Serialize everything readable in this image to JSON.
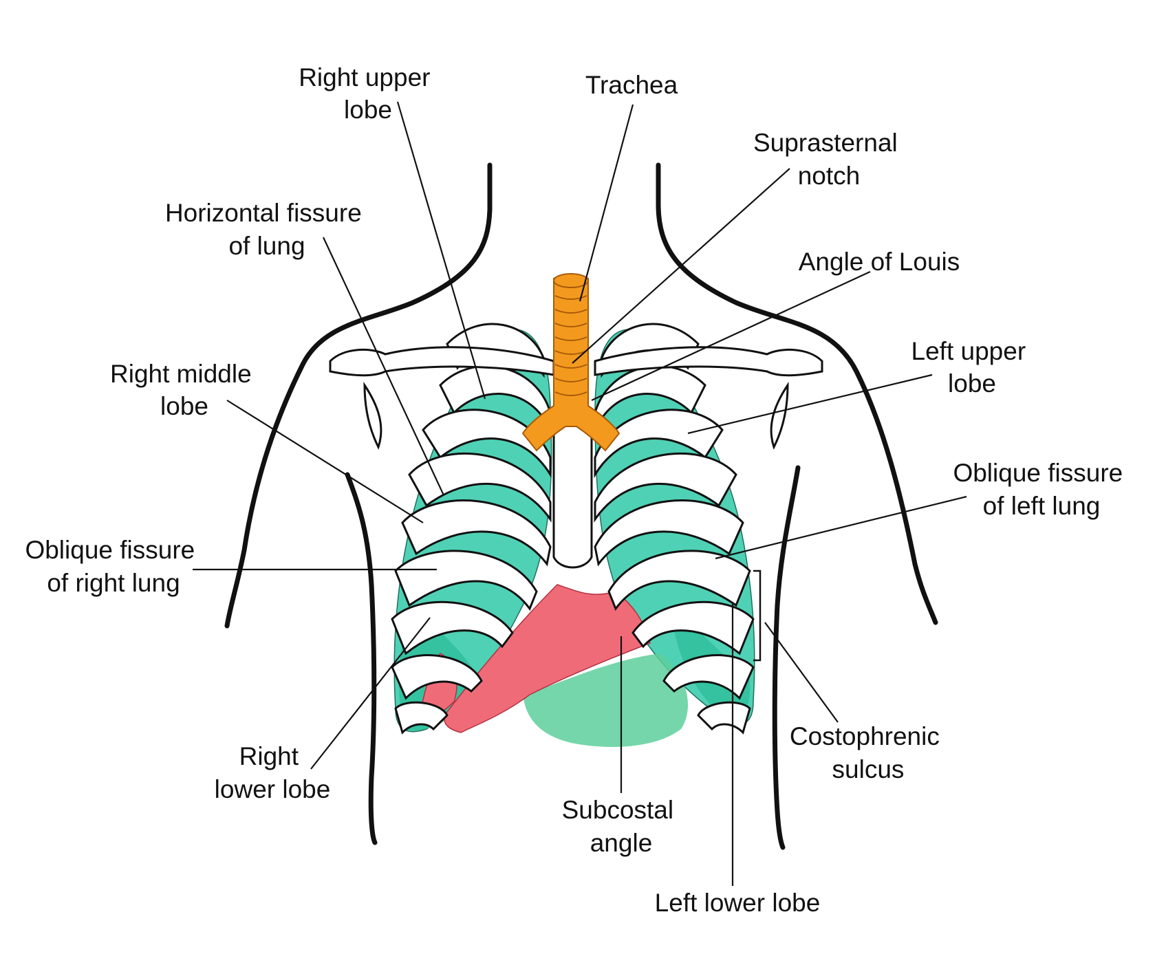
{
  "labels": {
    "right_upper_lobe": [
      "Right upper",
      "lobe"
    ],
    "trachea": [
      "Trachea"
    ],
    "suprasternal_notch": [
      "Suprasternal",
      "notch"
    ],
    "horizontal_fissure": [
      "Horizontal fissure",
      "of lung"
    ],
    "angle_of_louis": [
      "Angle of Louis"
    ],
    "left_upper_lobe": [
      "Left upper",
      "lobe"
    ],
    "right_middle_lobe": [
      "Right middle",
      "lobe"
    ],
    "oblique_fissure_left": [
      "Oblique fissure",
      "of left lung"
    ],
    "oblique_fissure_right": [
      "Oblique fissure",
      "of right lung"
    ],
    "costophrenic_sulcus": [
      "Costophrenic",
      "sulcus"
    ],
    "right_lower_lobe": [
      "Right",
      "lower lobe"
    ],
    "subcostal_angle": [
      "Subcostal",
      "angle"
    ],
    "left_lower_lobe": [
      "Left lower lobe"
    ]
  },
  "colors": {
    "lung": "#4fd1b5",
    "trachea": "#f39a1e",
    "diaphragm": "#f06b78",
    "outline": "#111111"
  }
}
